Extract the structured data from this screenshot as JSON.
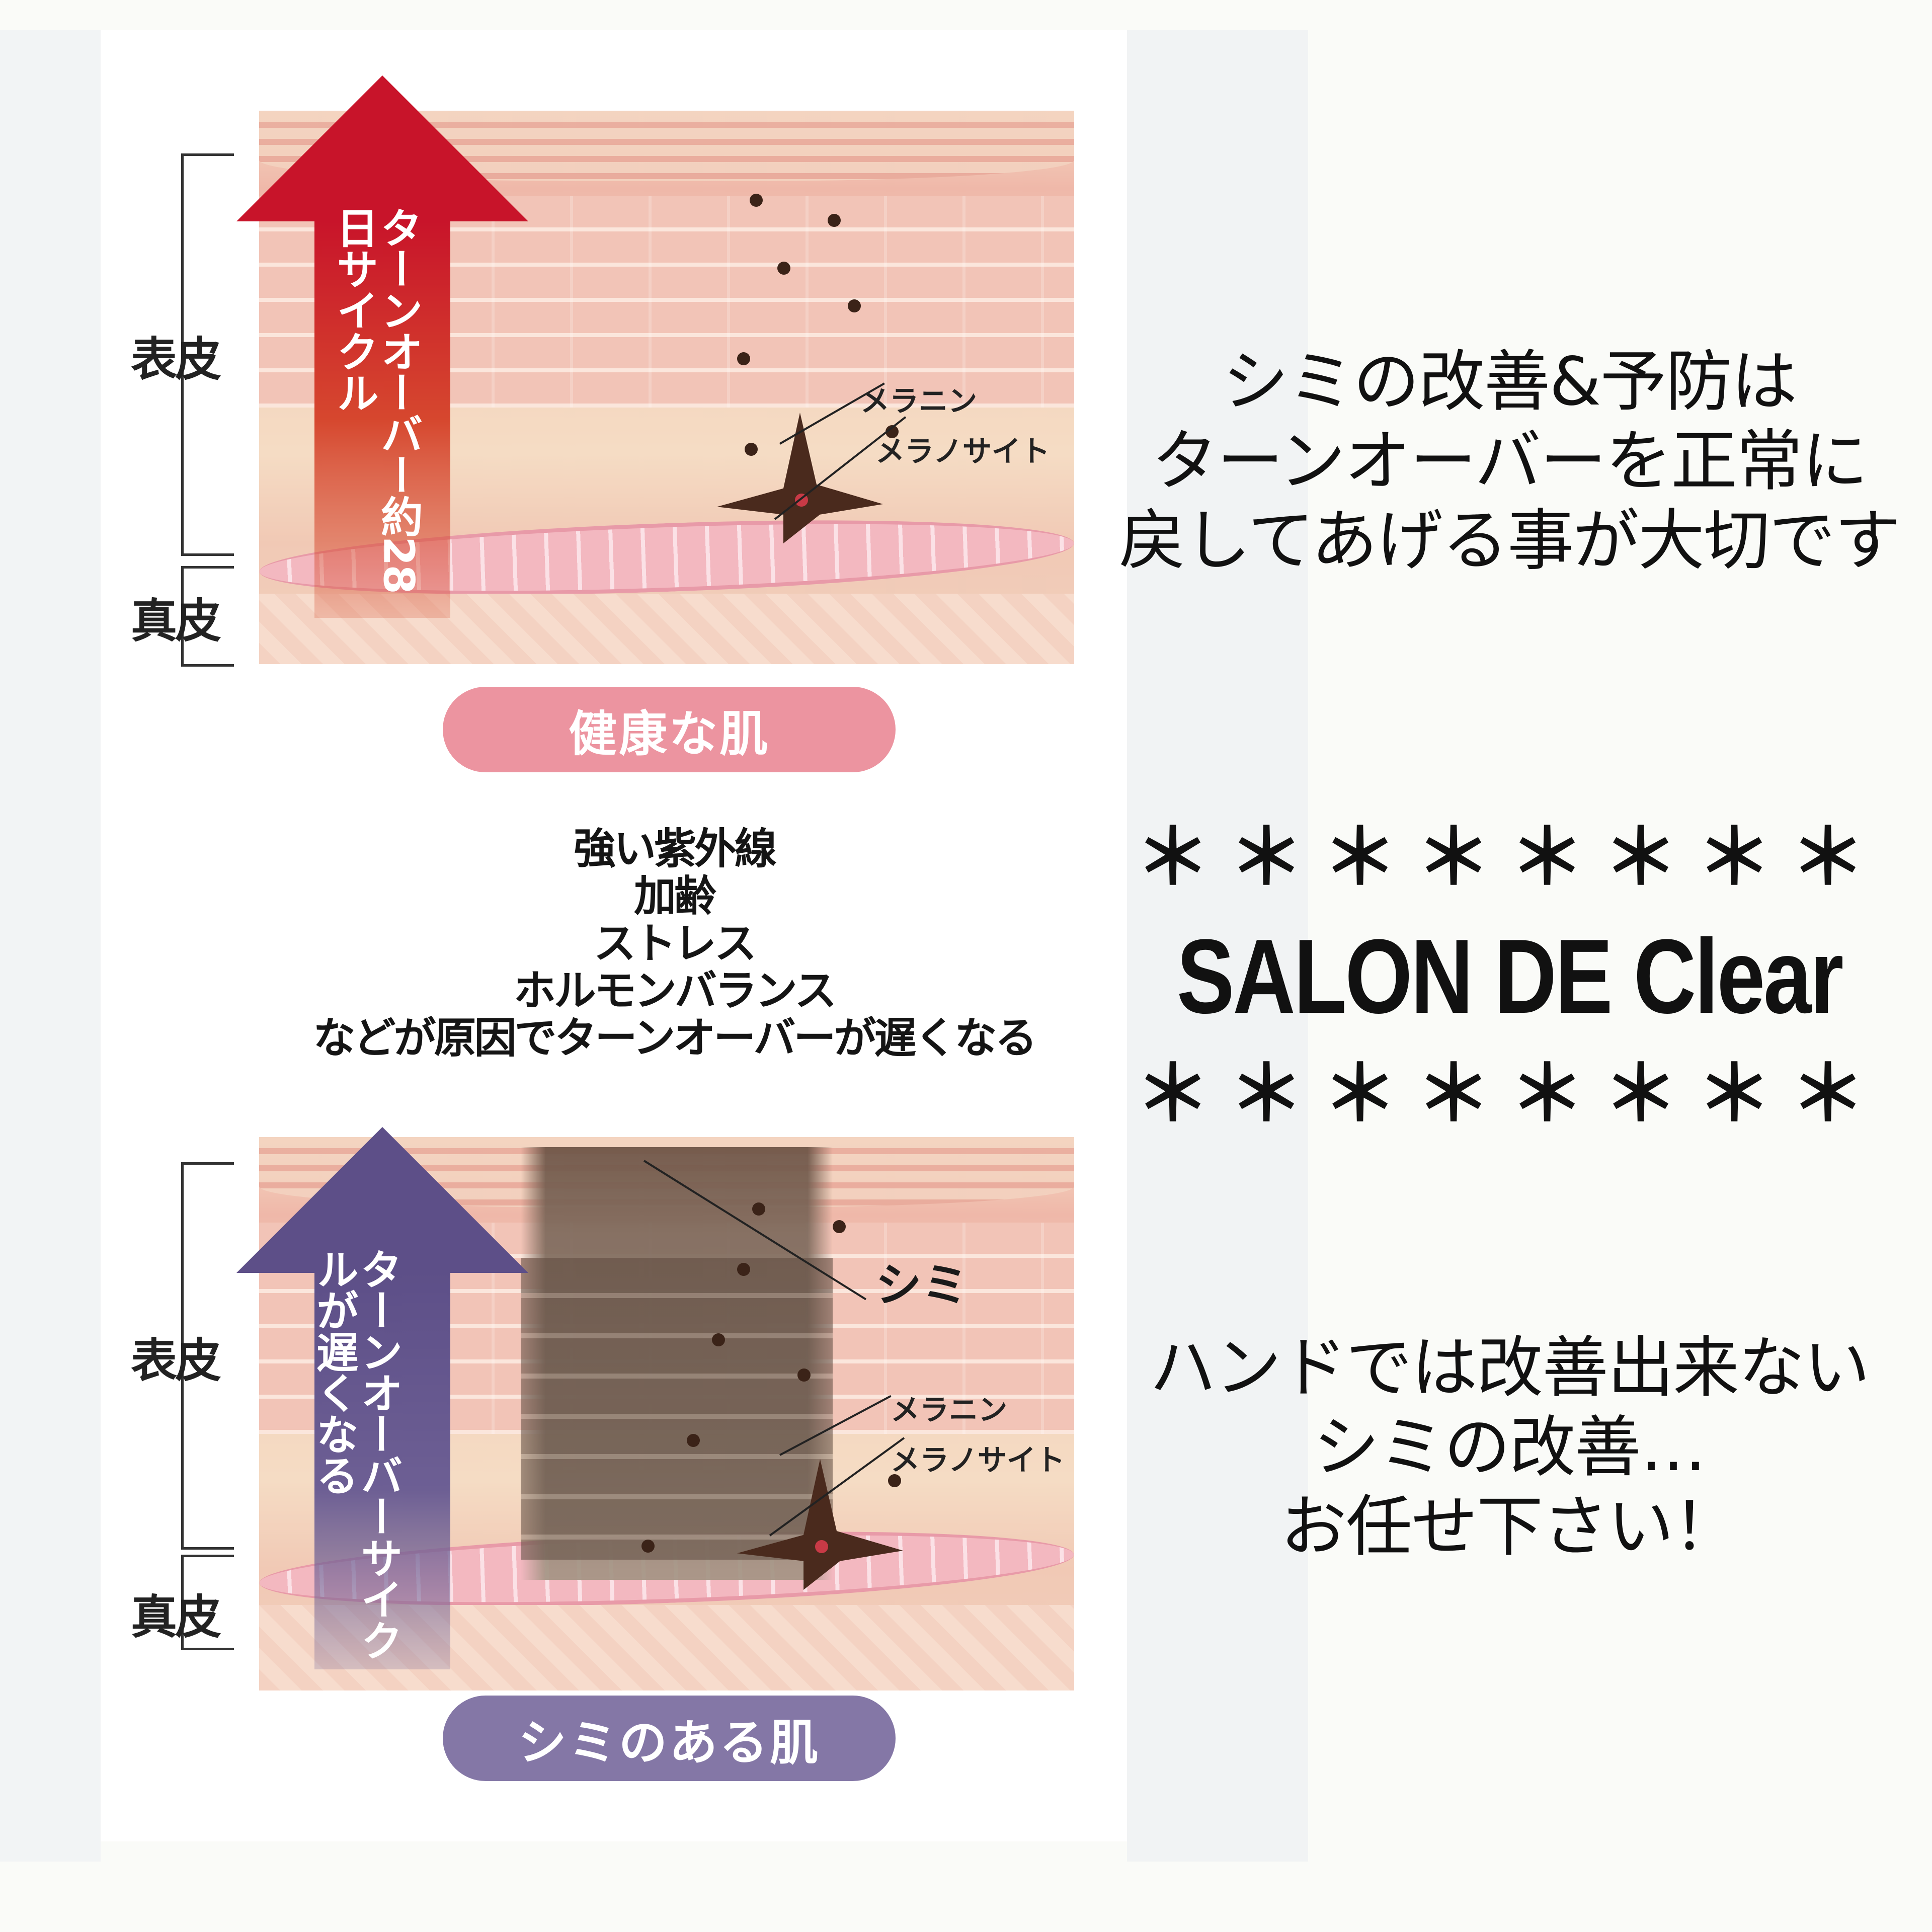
{
  "layers": {
    "epidermis": "表皮",
    "dermis": "真皮"
  },
  "healthy": {
    "arrow_text": "ターンオーバー約28日サイクル",
    "arrow_lines": [
      "ターンオーバー",
      "約28日サイクル"
    ],
    "arrow_color": "#c8142a",
    "callouts": {
      "melanin": "メラニン",
      "melanocyte": "メラノサイト"
    },
    "label": "健康な肌",
    "label_color": "#ec94a0"
  },
  "causes": {
    "lines": [
      "強い紫外線",
      "加齢",
      "ストレス",
      "ホルモンバランス",
      "などが原因でターンオーバーが遅くなる"
    ]
  },
  "spotted": {
    "arrow_text": "ターンオーバーサイクルが遅くなる",
    "arrow_lines": [
      "ターンオーバー",
      "サイクルが遅くなる"
    ],
    "arrow_color": "#5d4f88",
    "callouts": {
      "spot": "シミ",
      "melanin": "メラニン",
      "melanocyte": "メラノサイト"
    },
    "label": "シミのある肌",
    "label_color": "#8477a6"
  },
  "promo": {
    "message_1": [
      "シミの改善&予防は",
      "ターンオーバーを正常に",
      "戻してあげる事が大切です"
    ],
    "stars_top": "＊＊＊＊＊＊＊＊",
    "brand": "SALON  DE Clear",
    "stars_bottom": "＊＊＊＊＊＊＊＊",
    "message_2": [
      "ハンドでは改善出来ない",
      "シミの改善…",
      "お任せ下さい！"
    ]
  }
}
